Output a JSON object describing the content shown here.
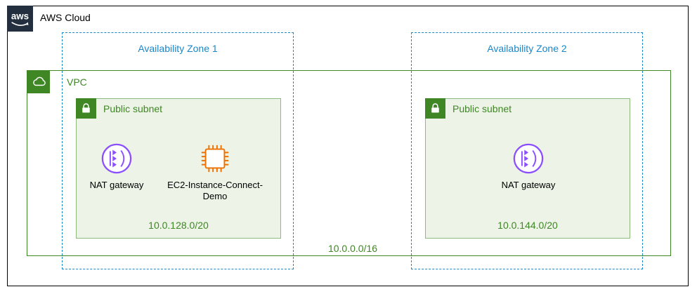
{
  "aws_cloud": {
    "label": "AWS Cloud",
    "logo_text": "aws"
  },
  "vpc": {
    "label": "VPC",
    "cidr": "10.0.0.0/16"
  },
  "availability_zones": [
    {
      "label": "Availability Zone 1"
    },
    {
      "label": "Availability Zone 2"
    }
  ],
  "subnets": [
    {
      "label": "Public subnet",
      "cidr": "10.0.128.0/20",
      "resources": [
        {
          "name": "NAT gateway",
          "type": "nat-gateway-icon"
        },
        {
          "name": "EC2-Instance-Connect-Demo",
          "type": "ec2-instance-icon"
        }
      ]
    },
    {
      "label": "Public subnet",
      "cidr": "10.0.144.0/20",
      "resources": [
        {
          "name": "NAT gateway",
          "type": "nat-gateway-icon"
        }
      ]
    }
  ],
  "colors": {
    "green": "#3F8624",
    "blue": "#1B87C9",
    "purple": "#8C4FFF",
    "orange": "#ED7100",
    "navy": "#232F3E"
  }
}
